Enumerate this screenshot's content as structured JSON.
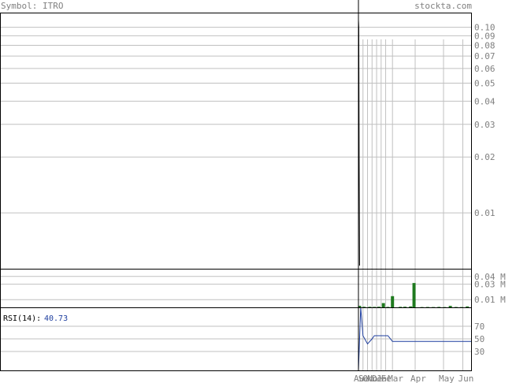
{
  "header": {
    "symbol_text": "Symbol: ITRO",
    "site_text": "stockta.com"
  },
  "colors": {
    "frame": "#000000",
    "grid": "#c0c0c0",
    "text": "#808080",
    "volume_bar": "#1f7a1f",
    "price_line": "#000000",
    "rsi_line": "#1f3f9f",
    "rsi_value": "#1f3f9f"
  },
  "chart_data": [
    {
      "type": "line",
      "panel": "price",
      "scale": "log",
      "ylim": [
        0.005,
        0.12
      ],
      "y_ticks": [
        "0.10",
        "0.09",
        "0.08",
        "0.07",
        "0.06",
        "0.05",
        "0.04",
        "0.03",
        "0.02",
        "0.01"
      ],
      "y_tick_values": [
        0.1,
        0.09,
        0.08,
        0.07,
        0.06,
        0.05,
        0.04,
        0.03,
        0.02,
        0.01
      ],
      "x_range": [
        0,
        100
      ],
      "series": [
        {
          "x": [
            0,
            0.3,
            0.6,
            1.0
          ],
          "values": [
            0.11,
            0.1,
            0.02,
            0.0052
          ]
        }
      ],
      "grid": true
    },
    {
      "type": "bar",
      "panel": "volume",
      "ylim": [
        0,
        0.05
      ],
      "unit": "M",
      "y_ticks": [
        "0.04 M",
        "0.03 M",
        "0.01 M"
      ],
      "y_tick_values": [
        0.04,
        0.03,
        0.01
      ],
      "x_range": [
        0,
        100
      ],
      "x": [
        1,
        5,
        10,
        14,
        18,
        22,
        26,
        30,
        37,
        41,
        46,
        49,
        56,
        61,
        66,
        71,
        76,
        81,
        86,
        91,
        96
      ],
      "values": [
        0.002,
        0.0007,
        0.0007,
        0.0006,
        0.0008,
        0.0055,
        0.0006,
        0.0145,
        0.0007,
        0.0008,
        0.0012,
        0.0315,
        0.0004,
        0.0005,
        0.0004,
        0.0006,
        0.0004,
        0.0019,
        0.0005,
        0.0004,
        0.0012
      ],
      "grid": true
    },
    {
      "type": "line",
      "panel": "rsi",
      "label": "RSI(14):",
      "value_label": "40.73",
      "ylim": [
        0,
        100
      ],
      "y_ticks": [
        "70",
        "50",
        "30"
      ],
      "y_tick_values": [
        70,
        50,
        30
      ],
      "x_range": [
        0,
        100
      ],
      "series": [
        {
          "x": [
            0,
            2,
            4,
            8,
            12,
            14,
            18,
            22,
            26,
            30,
            100
          ],
          "values": [
            0,
            100,
            55,
            42,
            50,
            55,
            55,
            55,
            55,
            46,
            46
          ]
        }
      ],
      "grid": true
    },
    {
      "type": "table",
      "panel": "x-axis",
      "month_labels": [
        "Au",
        "Se",
        "Oc",
        "No",
        "De",
        "Ja",
        "Fe",
        "Mar",
        "Apr",
        "May",
        "Jun"
      ],
      "month_positions": [
        0,
        4,
        8,
        12,
        16,
        20,
        24,
        30,
        50,
        75,
        92
      ]
    }
  ]
}
